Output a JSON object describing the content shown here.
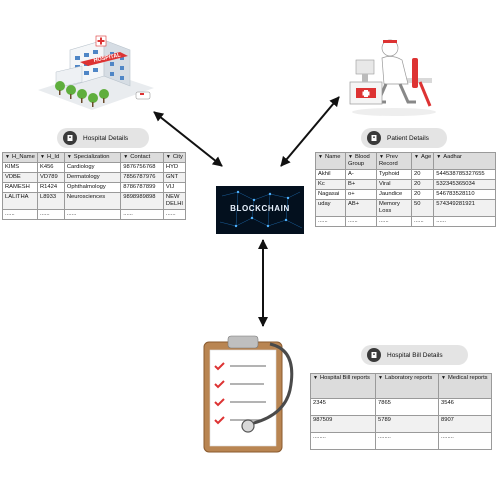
{
  "hospital": {
    "label": "Hospital Details",
    "sign": "HOSPITAL",
    "headers": [
      "H_Name",
      "H_Id",
      "Specialization",
      "Contact",
      "City"
    ],
    "rows": [
      [
        "KIMS",
        "K456",
        "Cardiology",
        "9876756768",
        "HYD"
      ],
      [
        "VDBE",
        "VD789",
        "Dermatology",
        "7856787976",
        "GNT"
      ],
      [
        "RAMESH",
        "R1424",
        "Ophthalmology",
        "8786787899",
        "VIJ"
      ],
      [
        "LALITHA",
        "L8933",
        "Neurosciences",
        "9898989898",
        "NEW DELHI"
      ],
      [
        "......",
        "......",
        "......",
        "......",
        "......"
      ]
    ]
  },
  "patient": {
    "label": "Patient Details",
    "headers": [
      "Name",
      "Blood Group",
      "Prev Record",
      "Age",
      "Aadhar"
    ],
    "rows": [
      [
        "Akhil",
        "A-",
        "Typhoid",
        "20",
        "544538785327655"
      ],
      [
        "Kc",
        "B+",
        "Viral",
        "20",
        "532345365034"
      ],
      [
        "Nagasai",
        "o+",
        "Jaundice",
        "20",
        "546783528110"
      ],
      [
        "uday",
        "AB+",
        "Memory Loss",
        "50",
        "574349281921"
      ],
      [
        "......",
        "......",
        "......",
        "......",
        "......"
      ]
    ]
  },
  "center": {
    "label": "BLOCKCHAIN"
  },
  "bill": {
    "label": "Hospital Bill Details",
    "headers": [
      "Hospital Bill reports",
      "Laboratory reports",
      "Medical reports"
    ],
    "rows": [
      [
        "2345",
        "7865",
        "3546"
      ],
      [
        "987509",
        "5789",
        "8907"
      ],
      [
        "........",
        "........",
        "........"
      ]
    ]
  }
}
